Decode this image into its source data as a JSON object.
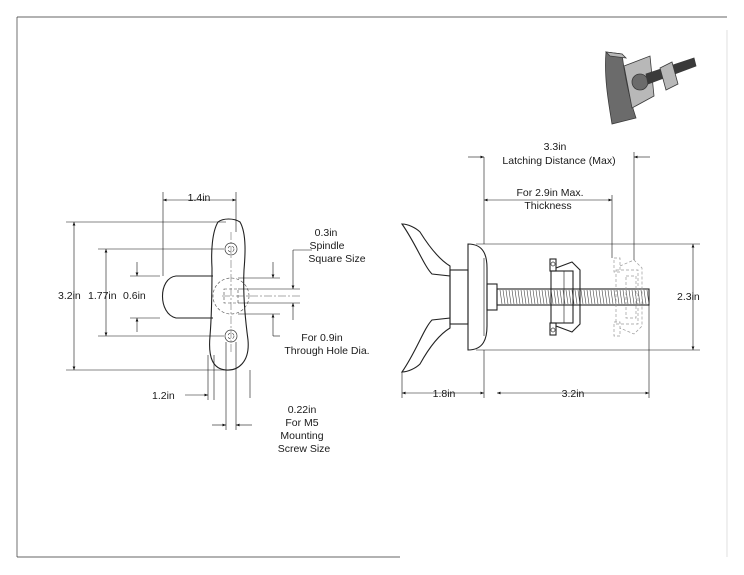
{
  "front_view": {
    "width": "1.4in",
    "spindle_square": [
      "0.3in",
      "Spindle",
      "Square Size"
    ],
    "height_total": "3.2in",
    "screw_spacing": "1.77in",
    "spindle_offset": "0.6in",
    "through_hole": [
      "For 0.9in",
      "Through Hole Dia."
    ],
    "boss_width": "1.2in",
    "screw_size": [
      "0.22in",
      "For M5",
      "Mounting",
      "Screw Size"
    ]
  },
  "side_view": {
    "latching_distance": [
      "3.3in",
      "Latching Distance (Max)"
    ],
    "max_thickness": [
      "For 2.9in Max.",
      "Thickness"
    ],
    "handle_height": "2.3in",
    "handle_depth": "1.8in",
    "spindle_length": "3.2in"
  },
  "iso_view": {
    "colors": {
      "body": "#6b6b6b",
      "highlight": "#b8b8b8",
      "dark": "#3a3a3a"
    }
  }
}
